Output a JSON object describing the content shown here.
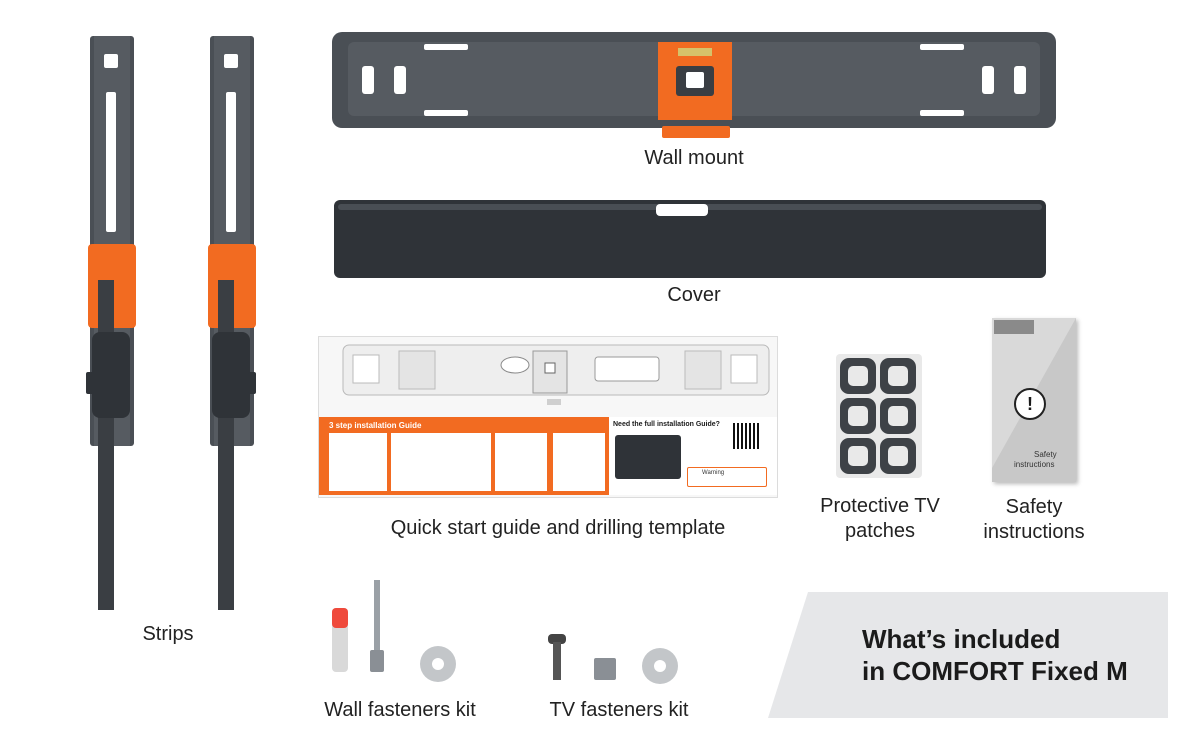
{
  "labels": {
    "strips": "Strips",
    "wall_mount": "Wall mount",
    "cover": "Cover",
    "quick_start": "Quick start guide and drilling template",
    "patches_line1": "Protective TV",
    "patches_line2": "patches",
    "safety_line1": "Safety",
    "safety_line2": "instructions",
    "wall_fasteners": "Wall fasteners kit",
    "tv_fasteners": "TV fasteners kit"
  },
  "headline": {
    "line1": "What’s included",
    "line2": "in COMFORT Fixed M"
  },
  "guide": {
    "left_title": "3 step installation Guide",
    "right_title": "Need the full installation Guide?",
    "notice": "Warning"
  },
  "booklet": {
    "title_line1": "Safety",
    "title_line2": "instructions",
    "exclaim": "!"
  },
  "colors": {
    "accent_orange": "#f26b21",
    "mount_gray": "#4a4f55",
    "dark_gray": "#2f3338",
    "panel_gray": "#e6e7e9"
  }
}
